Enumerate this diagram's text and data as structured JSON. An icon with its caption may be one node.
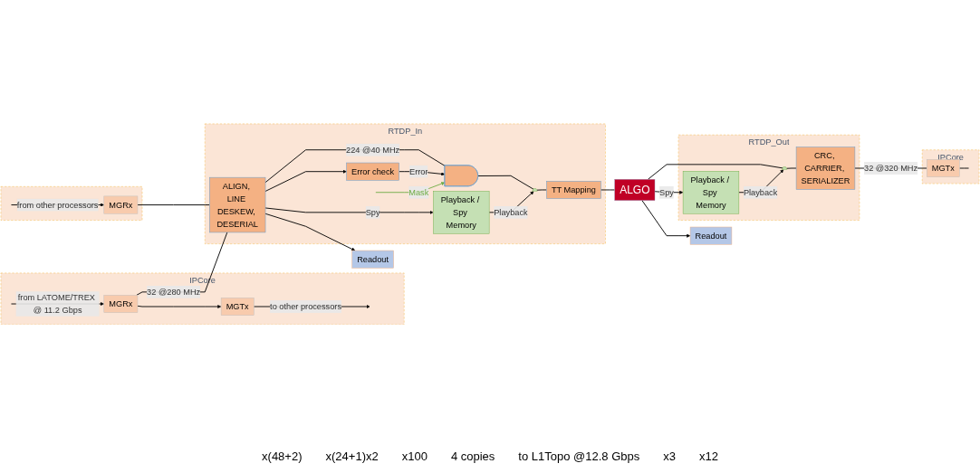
{
  "diagram": {
    "nodes": [
      {
        "text": [
          "IPCore"
        ]
      },
      {
        "text": [
          "MGRx"
        ],
        "in": 0
      },
      {
        "text": [
          "MGTx"
        ],
        "in": 0
      },
      {
        "text": [],
        "shape": "box"
      },
      {
        "text": [
          "MGRx"
        ],
        "in": 3
      },
      {
        "text": [
          "RTDP_In"
        ]
      },
      {
        "text": [
          "ALIGN, LINE DESKEW, DESERIAL"
        ],
        "in": 5
      },
      {
        "text": [
          "Error check"
        ],
        "in": 5
      },
      {
        "text": [],
        "shape": "gate",
        "in": 5
      },
      {
        "text": [],
        "shape": "trapezoid",
        "in": 5
      },
      {
        "text": [
          "TT Mapping"
        ],
        "in": 5
      },
      {
        "text": [
          "Playback / Spy Memory"
        ],
        "in": 5
      },
      {
        "text": [
          "ALGO"
        ]
      },
      {
        "text": [
          "RTDP_Out"
        ]
      },
      {
        "text": [],
        "shape": "trapezoid",
        "in": 13
      },
      {
        "text": [
          "CRC, CARRIER, SERIALIZER"
        ],
        "in": 13
      },
      {
        "text": [
          "Playback / Spy Memory"
        ],
        "in": 13
      },
      {
        "text": [
          "IPCore"
        ]
      },
      {
        "text": [
          "MGTx"
        ],
        "in": 17
      },
      {
        "text": [
          "Readout"
        ]
      },
      {
        "text": [
          "Readout"
        ]
      }
    ],
    "edges": [
      {
        "from": null,
        "to": 1,
        "arrow": "to",
        "label": "from LATOME/TREX @ 11.2 Gbps"
      },
      {
        "from": 1,
        "to": 2,
        "arrow": "to"
      },
      {
        "from": 2,
        "to": null,
        "arrow": "to",
        "label": "to other processors"
      },
      {
        "from": null,
        "to": 4,
        "arrow": "to",
        "label": "from other processors"
      },
      {
        "from": 1,
        "to": 6,
        "arrow": "none",
        "label": "32 @280 MHz"
      },
      {
        "from": 4,
        "to": 6,
        "arrow": "none"
      },
      {
        "from": 6,
        "to": 8,
        "arrow": "none",
        "label": "224 @40 MHz"
      },
      {
        "from": 6,
        "to": 7,
        "arrow": "to"
      },
      {
        "from": 6,
        "to": 11,
        "arrow": "to",
        "label": "Spy"
      },
      {
        "from": 6,
        "to": 19,
        "arrow": "to"
      },
      {
        "from": 7,
        "to": 8,
        "arrow": "to",
        "label": "Error"
      },
      {
        "from": null,
        "to": 8,
        "arrow": "to",
        "label": "Mask",
        "color": "#70ad47"
      },
      {
        "from": 8,
        "to": 9,
        "arrow": "none"
      },
      {
        "from": 11,
        "to": 9,
        "arrow": "to",
        "label": "Playback"
      },
      {
        "from": 9,
        "to": 10,
        "arrow": "none"
      },
      {
        "from": 10,
        "to": 12,
        "arrow": "none"
      },
      {
        "from": 12,
        "to": 14,
        "arrow": "none"
      },
      {
        "from": 12,
        "to": 16,
        "arrow": "to",
        "label": "Spy"
      },
      {
        "from": 12,
        "to": 20,
        "arrow": "to"
      },
      {
        "from": 16,
        "to": 14,
        "arrow": "to",
        "label": "Playback"
      },
      {
        "from": 14,
        "to": 15,
        "arrow": "none"
      },
      {
        "from": 15,
        "to": 18,
        "arrow": "none",
        "label": "32 @320 MHz"
      },
      {
        "from": 18,
        "to": null,
        "arrow": "none"
      }
    ],
    "labels": [
      "x(48+2)",
      "x(24+1)x2",
      "x100",
      "4 copies",
      "to L1Topo @12.8 Gbps",
      "x3",
      "x12"
    ]
  }
}
